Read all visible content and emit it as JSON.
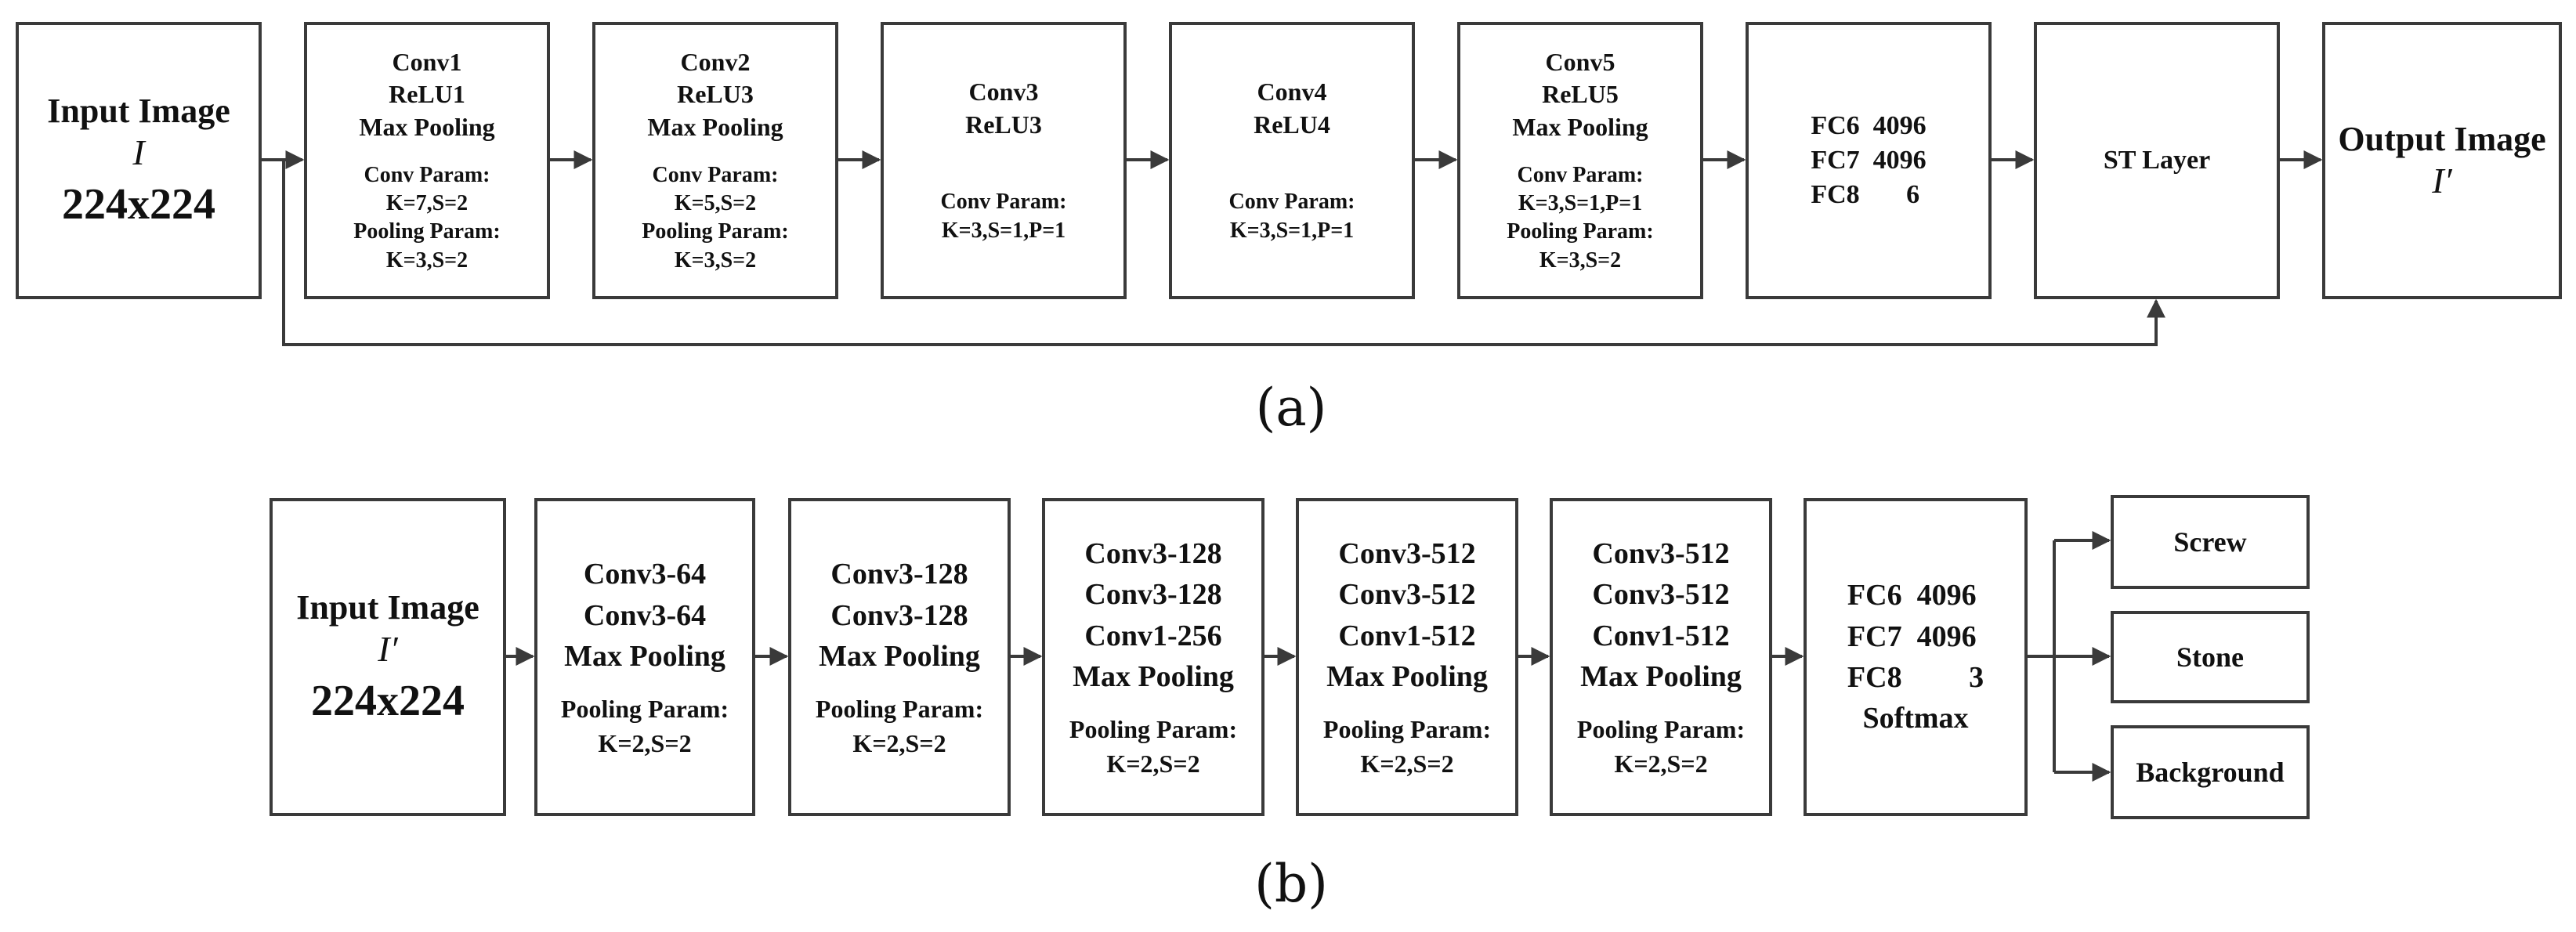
{
  "colors": {
    "stroke": "#3a3a3a",
    "text": "#111111",
    "background": "#ffffff"
  },
  "a": {
    "input": {
      "title": "Input Image",
      "symbol": "I",
      "size": "224x224"
    },
    "conv1": {
      "lines": [
        "Conv1",
        "ReLU1",
        "Max Pooling"
      ],
      "params": [
        "Conv Param:",
        "K=7,S=2",
        "Pooling Param:",
        "K=3,S=2"
      ]
    },
    "conv2": {
      "lines": [
        "Conv2",
        "ReLU3",
        "Max Pooling"
      ],
      "params": [
        "Conv Param:",
        "K=5,S=2",
        "Pooling Param:",
        "K=3,S=2"
      ]
    },
    "conv3": {
      "lines": [
        "Conv3",
        "ReLU3"
      ],
      "params": [
        "Conv Param:",
        "K=3,S=1,P=1"
      ]
    },
    "conv4": {
      "lines": [
        "Conv4",
        "ReLU4"
      ],
      "params": [
        "Conv Param:",
        "K=3,S=1,P=1"
      ]
    },
    "conv5": {
      "lines": [
        "Conv5",
        "ReLU5",
        "Max Pooling"
      ],
      "params": [
        "Conv Param:",
        "K=3,S=1,P=1",
        "Pooling Param:",
        "K=3,S=2"
      ]
    },
    "fc": {
      "lines": [
        "FC6  4096",
        "FC7  4096",
        "FC8       6"
      ]
    },
    "st": {
      "label": "ST Layer"
    },
    "output": {
      "title": "Output Image",
      "symbol": "I′"
    },
    "caption": "(a)"
  },
  "b": {
    "input": {
      "title": "Input Image",
      "symbol": "I′",
      "size": "224x224"
    },
    "block1": {
      "lines": [
        "Conv3-64",
        "Conv3-64",
        "Max Pooling"
      ],
      "params": [
        "Pooling Param:",
        "K=2,S=2"
      ]
    },
    "block2": {
      "lines": [
        "Conv3-128",
        "Conv3-128",
        "Max Pooling"
      ],
      "params": [
        "Pooling Param:",
        "K=2,S=2"
      ]
    },
    "block3": {
      "lines": [
        "Conv3-128",
        "Conv3-128",
        "Conv1-256",
        "Max Pooling"
      ],
      "params": [
        "Pooling Param:",
        "K=2,S=2"
      ]
    },
    "block4": {
      "lines": [
        "Conv3-512",
        "Conv3-512",
        "Conv1-512",
        "Max Pooling"
      ],
      "params": [
        "Pooling Param:",
        "K=2,S=2"
      ]
    },
    "block5": {
      "lines": [
        "Conv3-512",
        "Conv3-512",
        "Conv1-512",
        "Max Pooling"
      ],
      "params": [
        "Pooling Param:",
        "K=2,S=2"
      ]
    },
    "fc": {
      "lines": [
        "FC6  4096",
        "FC7  4096",
        "FC8         3",
        "Softmax"
      ]
    },
    "outputs": [
      "Screw",
      "Stone",
      "Background"
    ],
    "caption": "(b)"
  }
}
